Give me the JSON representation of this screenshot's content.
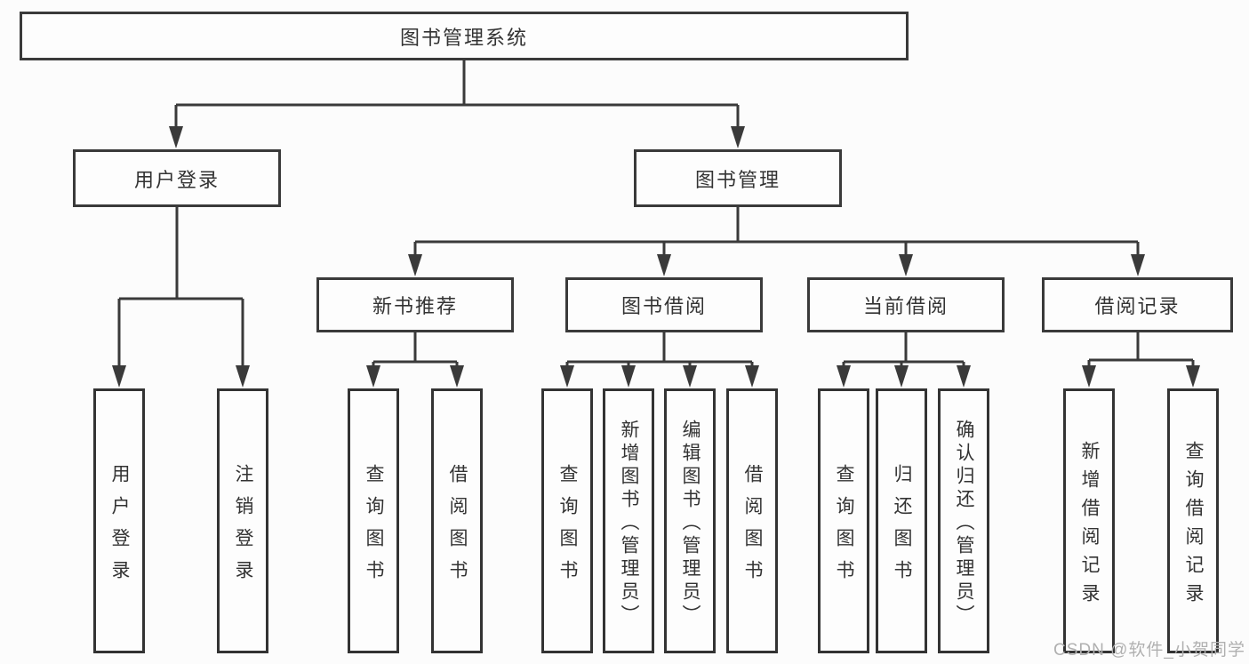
{
  "tree": {
    "root": "图书管理系统",
    "branches": [
      {
        "label": "用户登录",
        "children": [
          "用户登录",
          "注销登录"
        ]
      },
      {
        "label": "图书管理",
        "sections": [
          {
            "label": "新书推荐",
            "children": [
              "查询图书",
              "借阅图书"
            ]
          },
          {
            "label": "图书借阅",
            "children": [
              "查询图书",
              "新增图书（管理员）",
              "编辑图书（管理员）",
              "借阅图书"
            ]
          },
          {
            "label": "当前借阅",
            "children": [
              "查询图书",
              "归还图书",
              "确认归还（管理员）"
            ]
          },
          {
            "label": "借阅记录",
            "children": [
              "新增借阅记录",
              "查询借阅记录"
            ]
          }
        ]
      }
    ]
  },
  "watermark": "CSDN @软件_小贺同学",
  "colors": {
    "line": "#3a3a3a",
    "text": "#333333",
    "watermark": "#b0b0b0",
    "background": "#fcfcfc"
  }
}
